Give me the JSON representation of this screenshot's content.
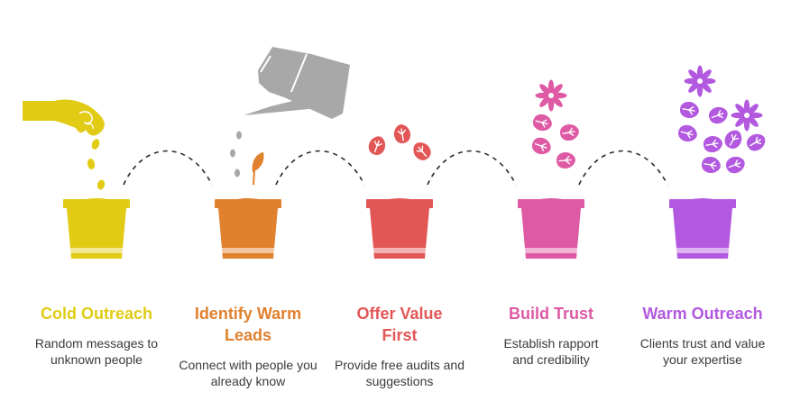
{
  "colors": {
    "stage1": "#E1CB14",
    "stage2": "#E0812E",
    "stage3": "#E35656",
    "stage4": "#DE5AA4",
    "stage5": "#B259DF",
    "watering_can": "#A8A8A8",
    "dash": "#2b2b2b",
    "desc_text": "#3a3a3a"
  },
  "stages": [
    {
      "title": "Cold Outreach",
      "description": "Random messages to unknown people",
      "color": "#E1CB14",
      "icon": "hand-dropping-seeds-icon"
    },
    {
      "title": "Identify Warm Leads",
      "description": "Connect with people you already know",
      "color": "#E0812E",
      "icon": "watering-can-icon"
    },
    {
      "title": "Offer Value First",
      "description": "Provide free audits and suggestions",
      "color": "#E35656",
      "icon": "sprout-leaves-icon"
    },
    {
      "title": "Build Trust",
      "description": "Establish rapport and credibility",
      "color": "#DE5AA4",
      "icon": "leaves-flower-icon"
    },
    {
      "title": "Warm Outreach",
      "description": "Clients trust and value your expertise",
      "color": "#B259DF",
      "icon": "bush-flowers-icon"
    }
  ]
}
